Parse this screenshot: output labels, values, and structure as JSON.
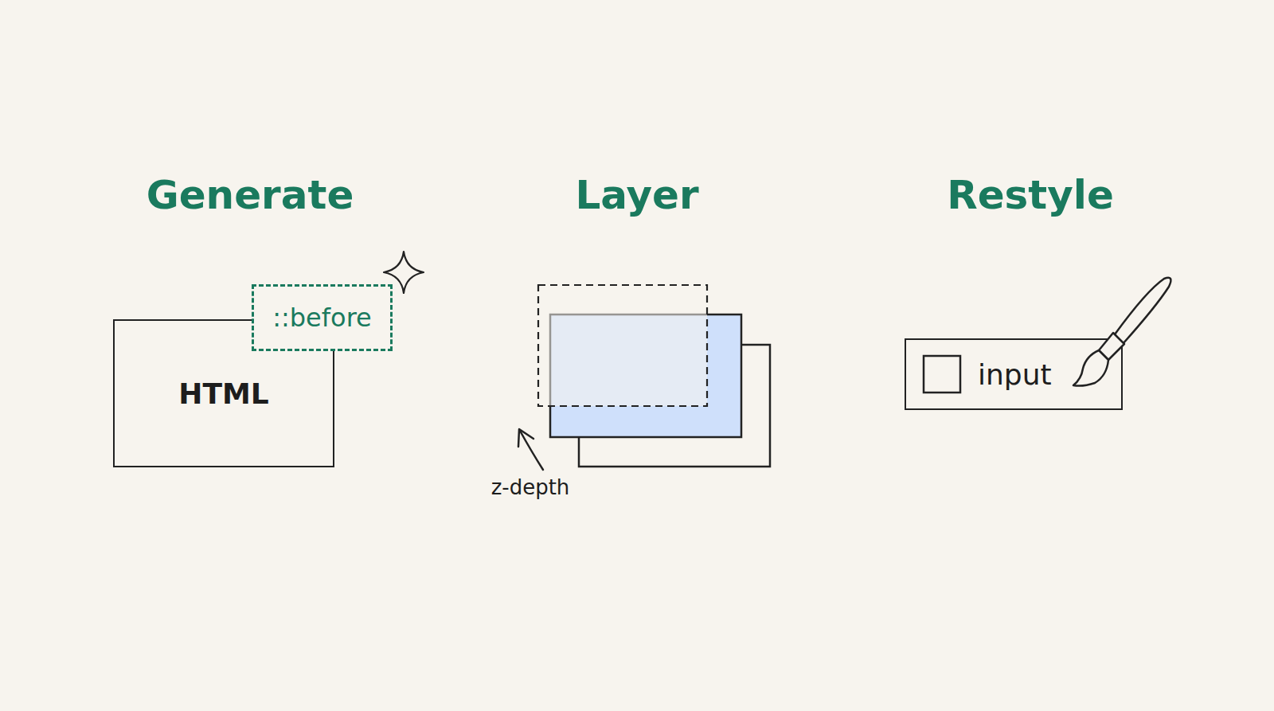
{
  "diagram": {
    "nodes": [
      {
        "text": [
          "HTML"
        ]
      },
      {
        "text": [
          "::before"
        ]
      },
      {
        "text": [
          "input"
        ]
      }
    ],
    "labels": [
      "Generate",
      "Layer",
      "Restyle",
      "z-depth"
    ]
  }
}
